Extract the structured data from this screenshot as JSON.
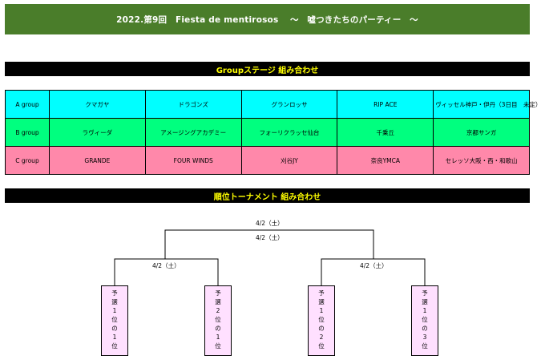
{
  "banner": {
    "title": "2022.第9回　Fiesta de mentirosos　 〜　嘘つきたちのパーティー　〜"
  },
  "group_stage": {
    "heading": "Groupステージ 組み合わせ",
    "groups": [
      {
        "label": "A group",
        "teams": [
          "クマガヤ",
          "ドラゴンズ",
          "グランロッサ",
          "RIP ACE",
          "ヴィッセル神戸・伊丹（3日目　未定）"
        ]
      },
      {
        "label": "B group",
        "teams": [
          "ラヴィーダ",
          "アメージングアカデミー",
          "フォーリクラッセ仙台",
          "千乗丘",
          "京都サンガ"
        ]
      },
      {
        "label": "C group",
        "teams": [
          "GRANDE",
          "FOUR WINDS",
          "刈谷JY",
          "奈良YMCA",
          "セレッソ大阪・西・和歌山"
        ]
      }
    ]
  },
  "tournament": {
    "heading": "順位トーナメント 組み合わせ",
    "final_date_top": "4/2（土）",
    "final_date_bottom": "4/2（土）",
    "semi_left_date": "4/2（土）",
    "semi_right_date": "4/2（土）",
    "seeds": [
      [
        "予",
        "選",
        "1",
        "位",
        "の",
        "1",
        "位"
      ],
      [
        "予",
        "選",
        "2",
        "位",
        "の",
        "1",
        "位"
      ],
      [
        "予",
        "選",
        "1",
        "位",
        "の",
        "2",
        "位"
      ],
      [
        "予",
        "選",
        "1",
        "位",
        "の",
        "3",
        "位"
      ]
    ]
  },
  "colors": {
    "banner": "#4a7d2a",
    "group_a": "#00ffff",
    "group_b": "#00ff7f",
    "group_c": "#ff88aa",
    "seed_box": "#ffe0ff",
    "section_text": "#ffff00"
  }
}
